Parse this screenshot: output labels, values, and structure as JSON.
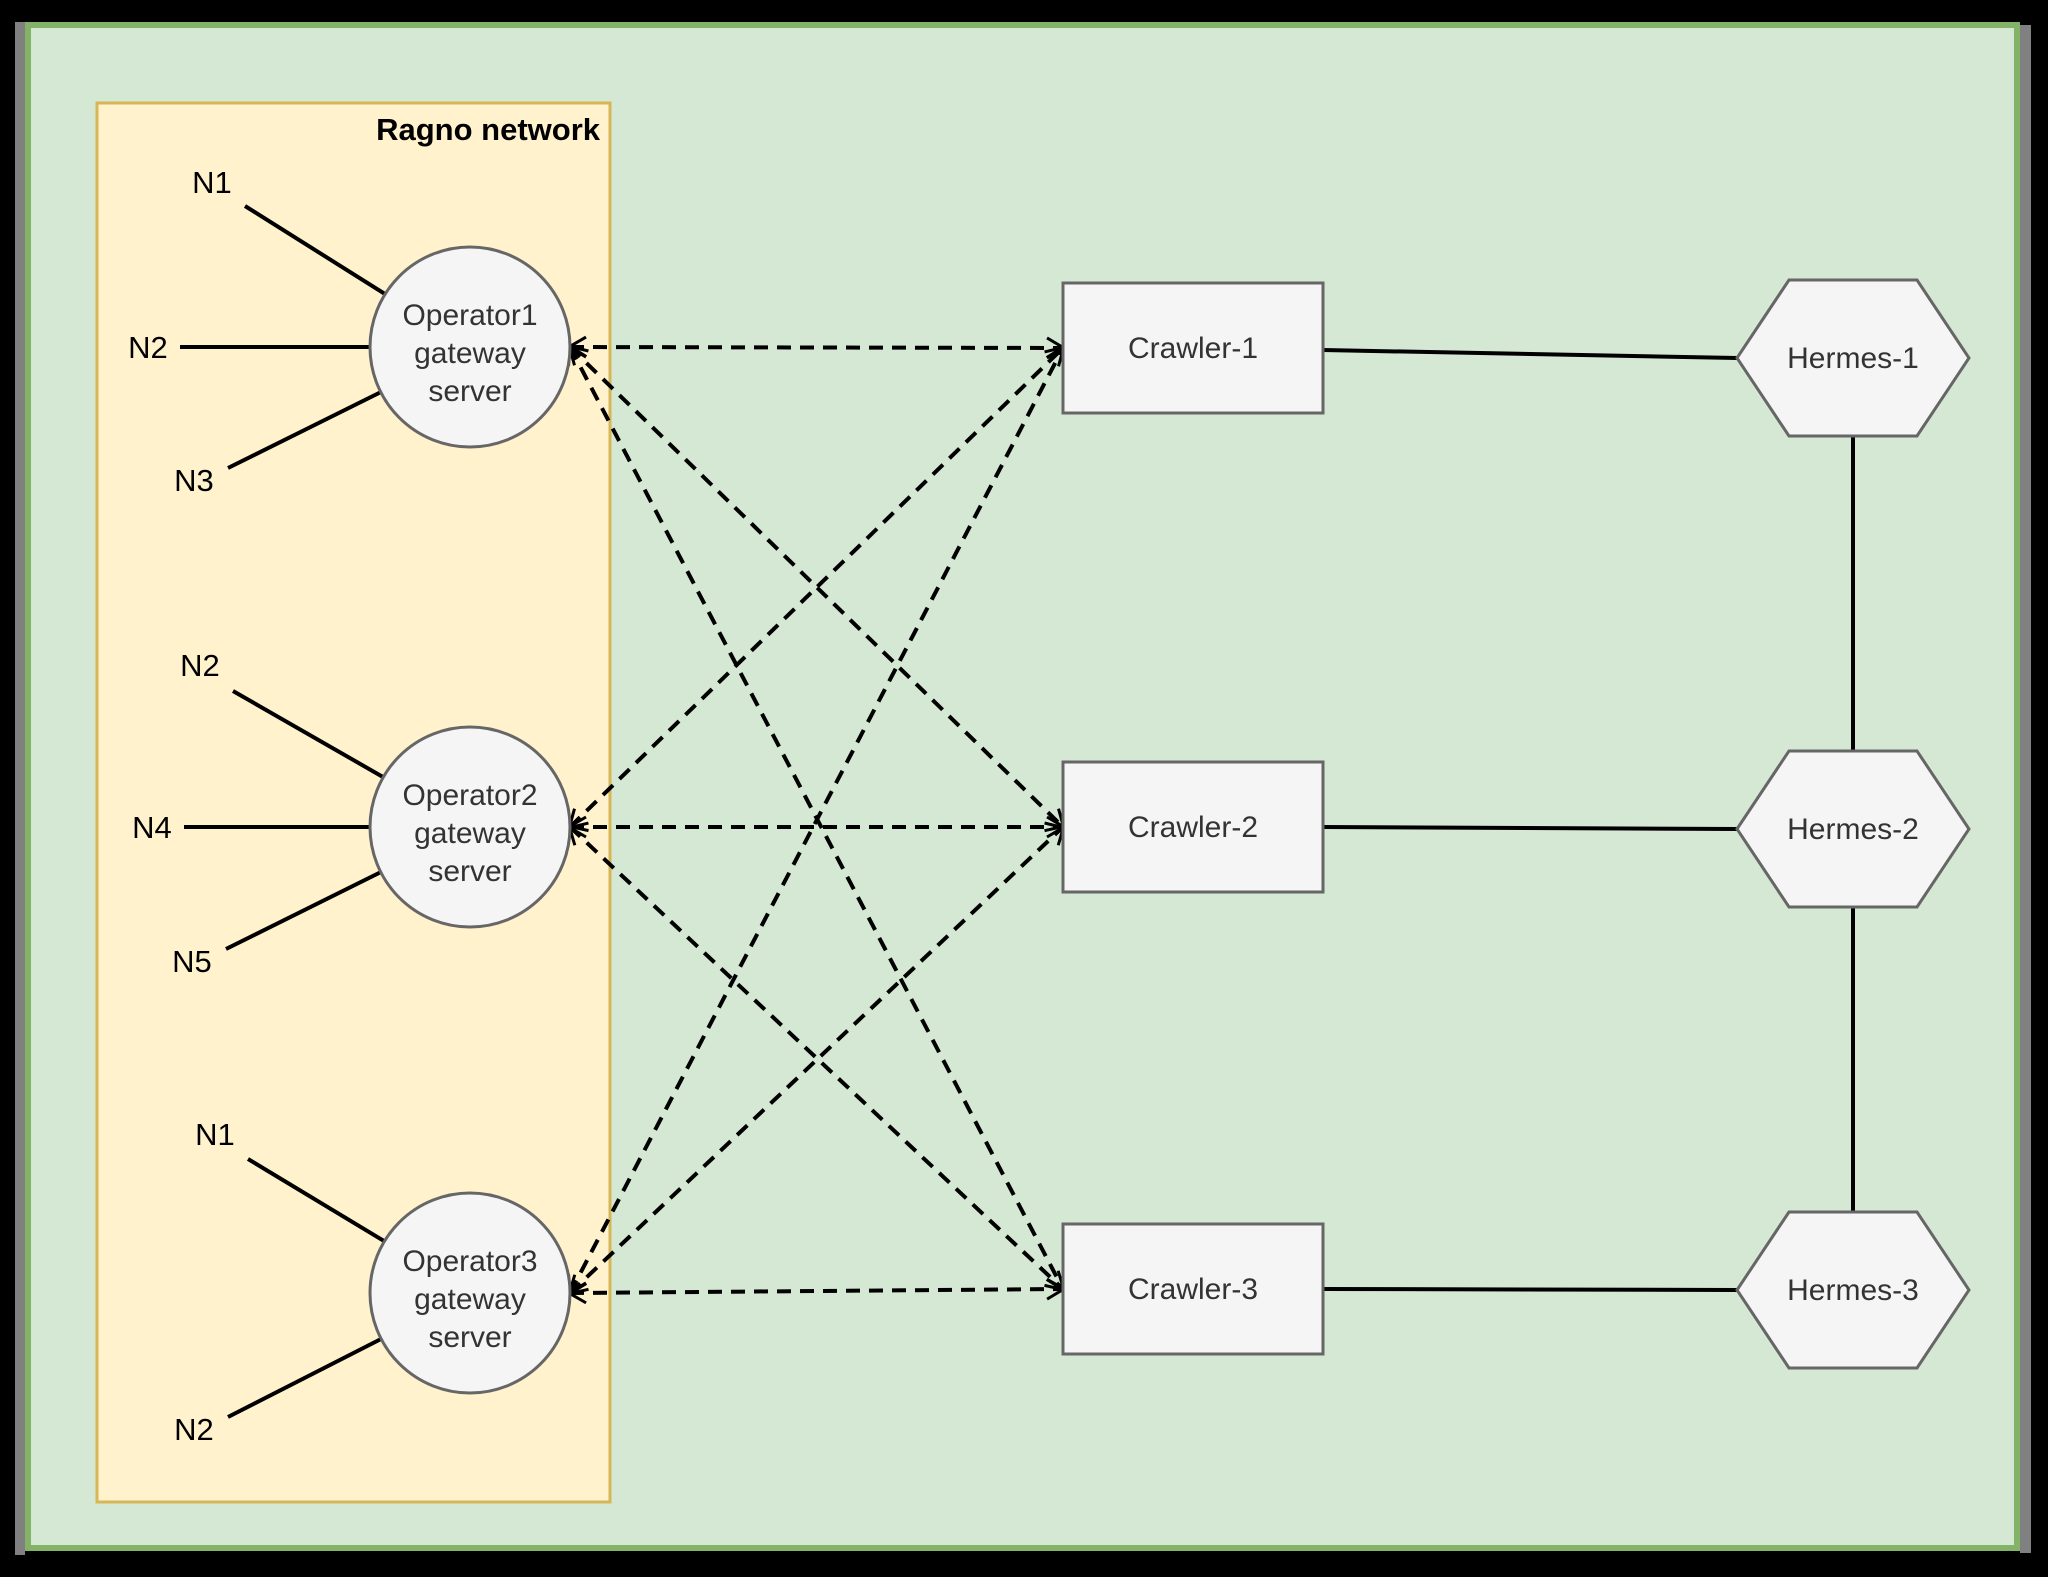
{
  "group": {
    "title": "Ragno network"
  },
  "operators": [
    {
      "name": "operator1-gateway-server",
      "lines": [
        "Operator1",
        "gateway",
        "server"
      ],
      "nodes": [
        "N1",
        "N2",
        "N3"
      ]
    },
    {
      "name": "operator2-gateway-server",
      "lines": [
        "Operator2",
        "gateway",
        "server"
      ],
      "nodes": [
        "N2",
        "N4",
        "N5"
      ]
    },
    {
      "name": "operator3-gateway-server",
      "lines": [
        "Operator3",
        "gateway",
        "server"
      ],
      "nodes": [
        "N1",
        "N2"
      ]
    }
  ],
  "crawlers": [
    "Crawler-1",
    "Crawler-2",
    "Crawler-3"
  ],
  "hermes": [
    "Hermes-1",
    "Hermes-2",
    "Hermes-3"
  ],
  "colors": {
    "canvas_bg": "#000000",
    "panel_fill": "#d5e8d4",
    "panel_border": "#82b366",
    "side_strip": "#808080",
    "group_fill": "#fff2cc",
    "group_border": "#d6b656",
    "node_fill": "#f5f5f5",
    "node_border": "#666666",
    "edge_color": "#000000",
    "text_color": "#333333"
  }
}
